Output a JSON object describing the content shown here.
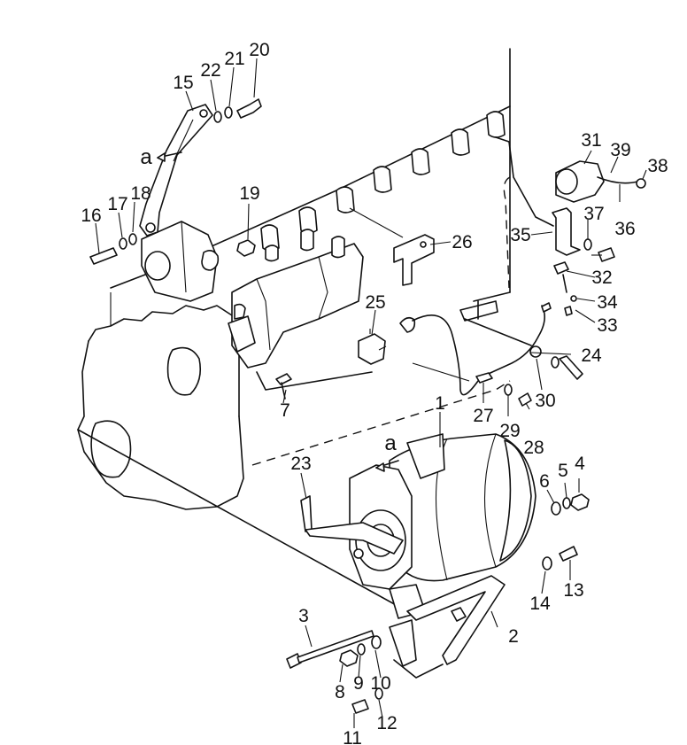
{
  "callouts": [
    "1",
    "2",
    "3",
    "4",
    "5",
    "6",
    "7",
    "8",
    "9",
    "10",
    "11",
    "12",
    "13",
    "14",
    "15",
    "16",
    "17",
    "18",
    "19",
    "20",
    "21",
    "22",
    "23",
    "24",
    "25",
    "26",
    "27",
    "28",
    "29",
    "30",
    "31",
    "32",
    "33",
    "34",
    "35",
    "36",
    "37",
    "38",
    "39"
  ],
  "view_marks": [
    "a",
    "a"
  ]
}
